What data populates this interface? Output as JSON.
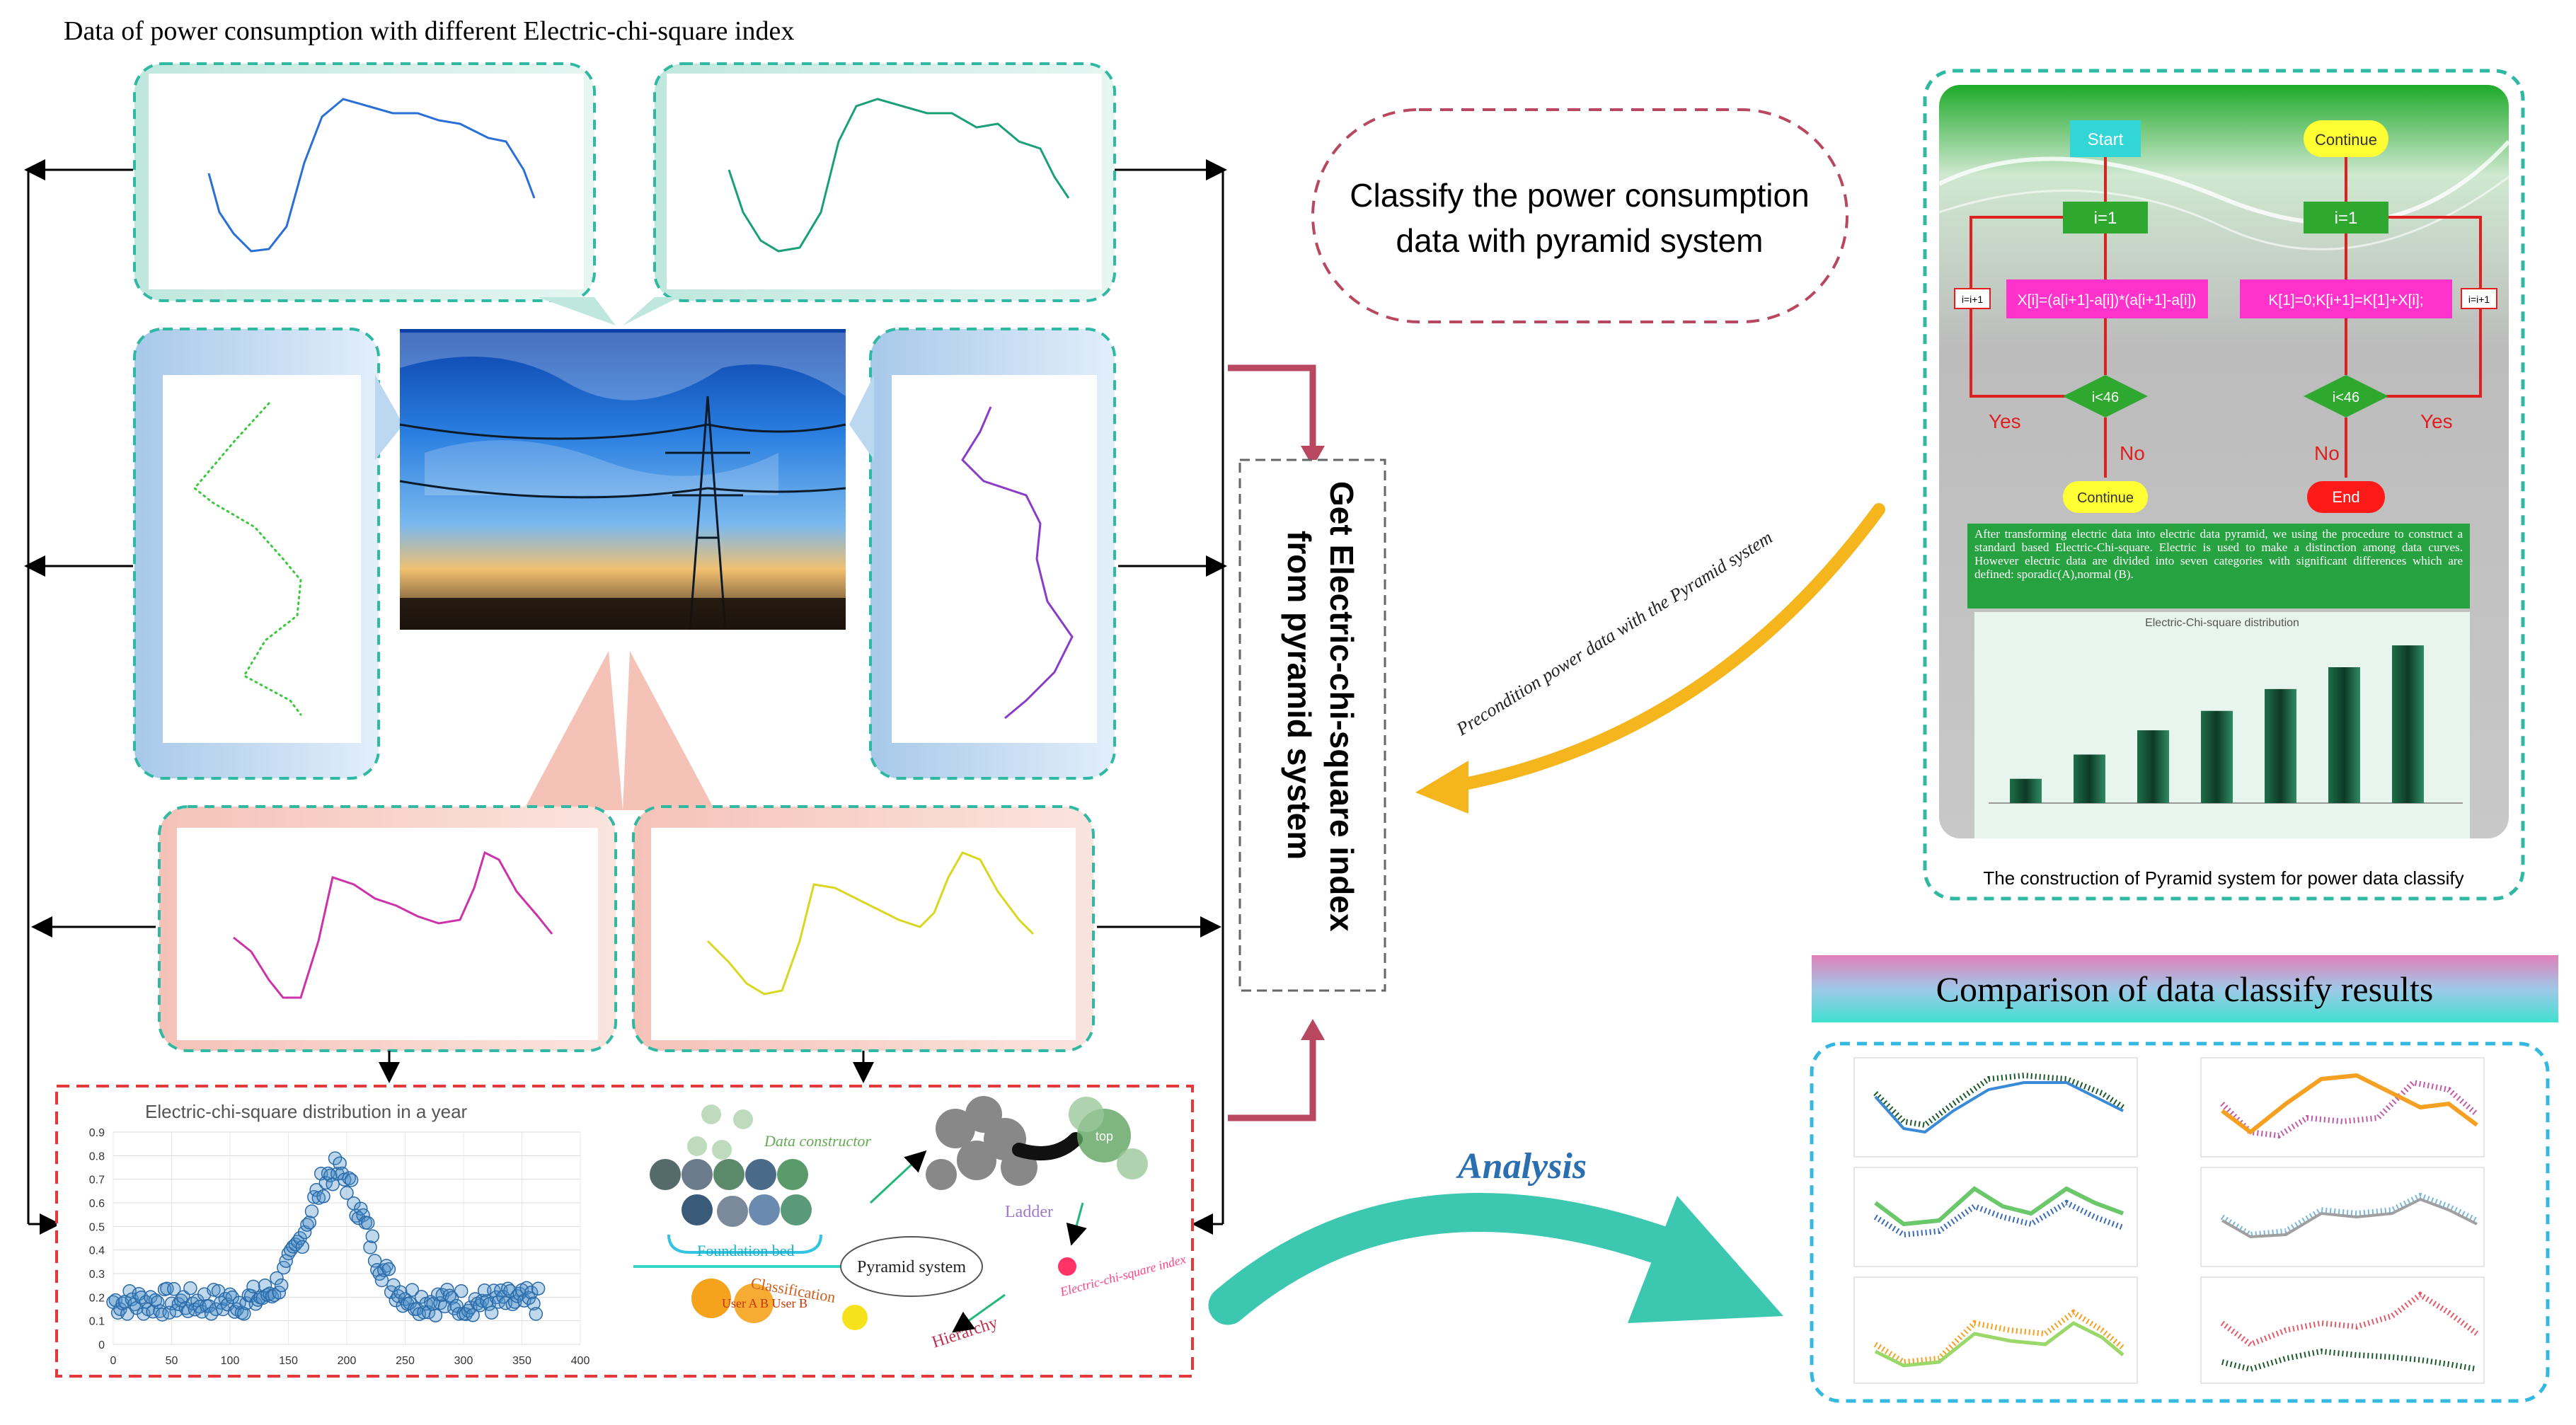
{
  "main_title": "Data of power consumption with different Electric-chi-square index",
  "classify_bubble": {
    "line1": "Classify the power consumption",
    "line2": "data with pyramid system"
  },
  "center_box": {
    "line1": "Get Electric-chi-square index",
    "line2": "from pyramid system"
  },
  "curved_arrow_label": "Precondition power data with the Pyramid system",
  "analysis_label": "Analysis",
  "comparison_title": "Comparison of  data classify results",
  "flowchart": {
    "caption": "The construction of Pyramid system for power data classify",
    "left": {
      "start": "Start",
      "init": "i=1",
      "formula": "X[i]=(a[i+1]-a[i])*(a[i+1]-a[i])",
      "cond": "i<46",
      "yes": "Yes",
      "no": "No",
      "end": "Continue",
      "incr": "i=i+1"
    },
    "right": {
      "start": "Continue",
      "init": "i=1",
      "formula": "K[1]=0;K[i+1]=K[1]+X[i];",
      "cond": "i<46",
      "yes": "Yes",
      "no": "No",
      "end": "End",
      "incr": "i=i+1"
    },
    "description": "After transforming electric data into electric data pyramid, we using the procedure to construct a standard based Electric-Chi-square. Electric is used to make a distinction among data curves. However electric data are divided into seven categories with significant differences which are defined: sporadic(A),normal (B).",
    "bar_chart_title": "Electric-Chi-square distribution",
    "bar_values": [
      0.1,
      0.2,
      0.3,
      0.38,
      0.47,
      0.56,
      0.65
    ]
  },
  "scatter_chart": {
    "title": "Electric-chi-square distribution in a year",
    "y_ticks": [
      "0",
      "0.1",
      "0.2",
      "0.3",
      "0.4",
      "0.5",
      "0.6",
      "0.7",
      "0.8",
      "0.9"
    ],
    "x_ticks": [
      "0",
      "50",
      "100",
      "150",
      "200",
      "250",
      "300",
      "350",
      "400"
    ]
  },
  "pyramid_diagram": {
    "data_constructor": "Data constructor",
    "foundation_bed": "Foundation bed",
    "pyramid_system": "Pyramid system",
    "ladder": "Ladder",
    "classification": "Classification",
    "hierarchy": "Hierarchy",
    "electric_chi_index": "Electric-chi-square index",
    "user_labels": "User A  B  User B",
    "top_label": "top"
  },
  "colors": {
    "teal_dash": "#2fb8a2",
    "red_dash": "#e23a3a",
    "maroon_arrow": "#b8475f",
    "orange_arrow": "#f5b51c",
    "analysis_teal": "#3cc8b0",
    "flowchart_green": "#2ea82e",
    "flowchart_magenta": "#ff33cc",
    "flowchart_cyan": "#33d6d6",
    "flowchart_yellow": "#ffff33",
    "flowchart_red": "#ff1a1a"
  }
}
